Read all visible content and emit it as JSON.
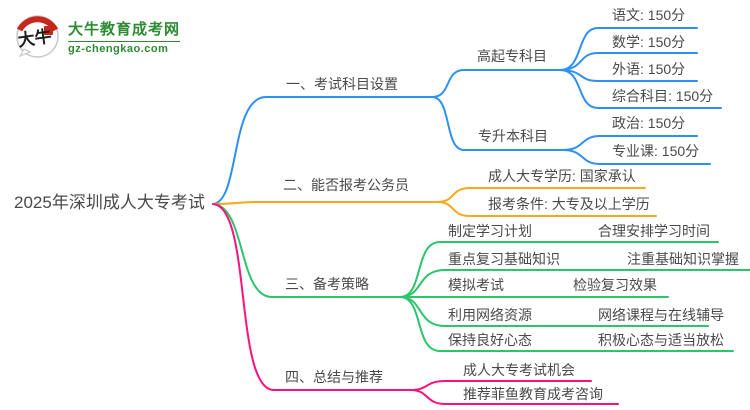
{
  "logo": {
    "icon_text": "大牛",
    "title": "大牛教育成考网",
    "domain": "gz-chengkao.com"
  },
  "root": {
    "label": "2025年深圳成人大专考试"
  },
  "colors": {
    "branch1_blue": "#2e90f2",
    "branch2_orange": "#fca61c",
    "branch3_green": "#2bc56c",
    "branch4_pink": "#f8127e",
    "text": "#4a4a4a",
    "logo_green": "#2e8b33",
    "logo_seal_red": "#c5281c"
  },
  "branches": [
    {
      "label": "一、考试科目设置",
      "children": [
        {
          "label": "高起专科目",
          "children": [
            "语文: 150分",
            "数学: 150分",
            "外语: 150分",
            "综合科目: 150分"
          ]
        },
        {
          "label": "专升本科目",
          "children": [
            "政治: 150分",
            "专业课: 150分"
          ]
        }
      ]
    },
    {
      "label": "二、能否报考公务员",
      "children": [
        {
          "label": "成人大专学历: 国家承认"
        },
        {
          "label": "报考条件: 大专及以上学历"
        }
      ]
    },
    {
      "label": "三、备考策略",
      "children": [
        {
          "label": "制定学习计划",
          "detail": "合理安排学习时间"
        },
        {
          "label": "重点复习基础知识",
          "detail": "注重基础知识掌握"
        },
        {
          "label": "模拟考试",
          "detail": "检验复习效果"
        },
        {
          "label": "利用网络资源",
          "detail": "网络课程与在线辅导"
        },
        {
          "label": "保持良好心态",
          "detail": "积极心态与适当放松"
        }
      ]
    },
    {
      "label": "四、总结与推荐",
      "children": [
        {
          "label": "成人大专考试机会"
        },
        {
          "label": "推荐菲鱼教育成考咨询"
        }
      ]
    }
  ]
}
